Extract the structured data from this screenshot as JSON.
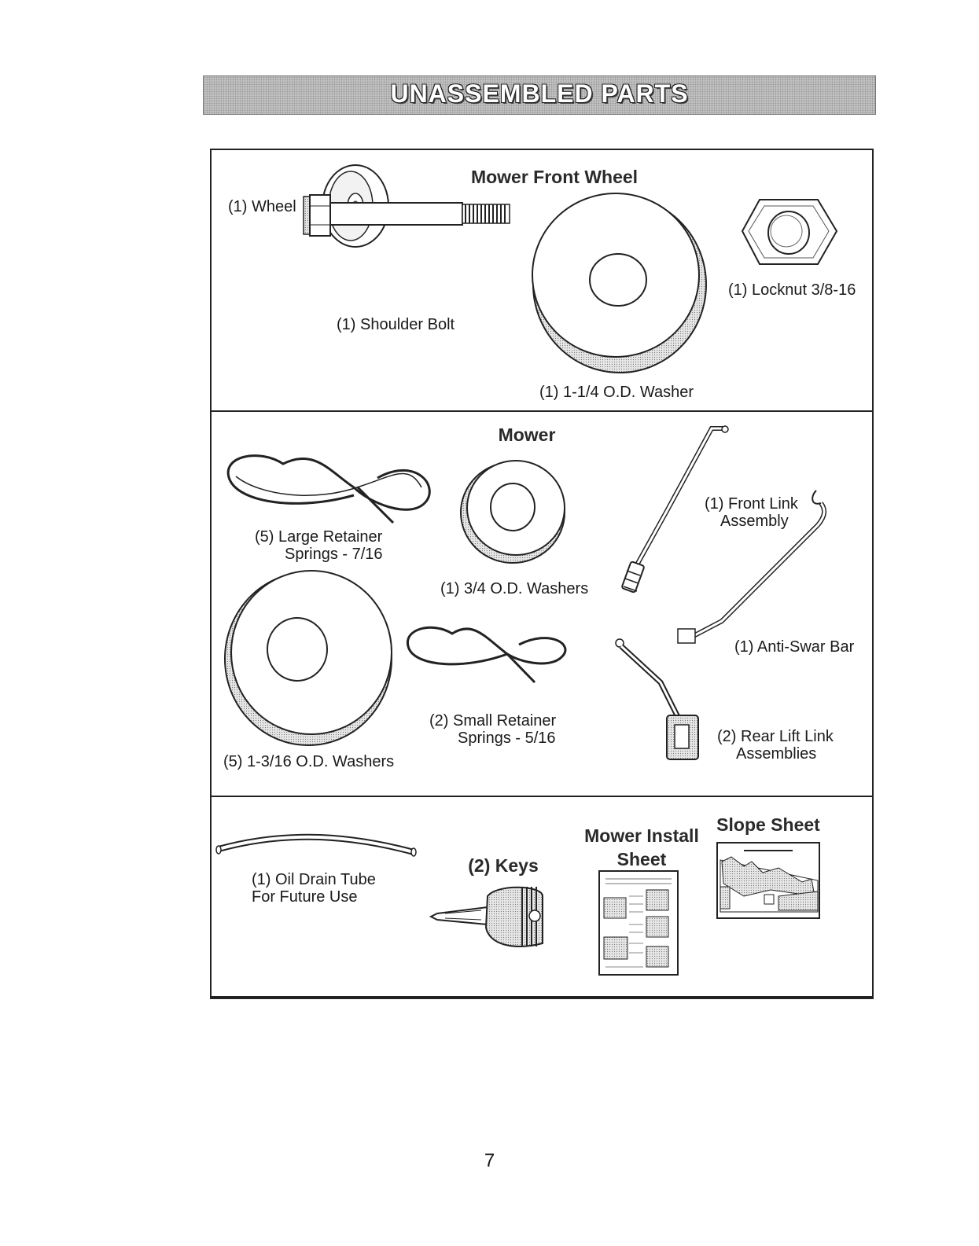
{
  "header": {
    "title": "UNASSEMBLED PARTS"
  },
  "sections": {
    "front_wheel": {
      "heading": "Mower Front Wheel",
      "wheel": "(1) Wheel",
      "shoulder_bolt": "(1) Shoulder Bolt",
      "washer": "(1) 1-1/4 O.D. Washer",
      "locknut": "(1) Locknut  3/8-16"
    },
    "mower": {
      "heading": "Mower",
      "large_springs_1": "(5)  Large Retainer",
      "large_springs_2": "Springs - 7/16",
      "washers_34": "(1) 3/4 O.D. Washers",
      "front_link_1": "(1) Front Link",
      "front_link_2": "Assembly",
      "anti_sway": "(1) Anti-Swar Bar",
      "washers_1316": "(5) 1-3/16 O.D. Washers",
      "small_springs_1": "(2)  Small Retainer",
      "small_springs_2": "Springs - 5/16",
      "rear_lift_1": "(2) Rear Lift Link",
      "rear_lift_2": "Assemblies"
    },
    "misc": {
      "oil_tube_1": "(1) Oil Drain Tube",
      "oil_tube_2": "For Future Use",
      "keys": "(2) Keys",
      "install_sheet_1": "Mower Install",
      "install_sheet_2": "Sheet",
      "slope_sheet": "Slope Sheet"
    }
  },
  "page_number": "7"
}
